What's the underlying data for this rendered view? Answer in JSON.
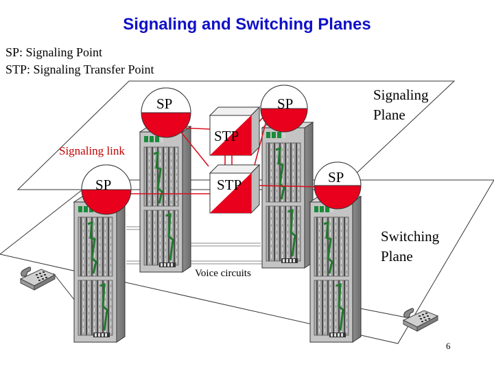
{
  "title": "Signaling and Switching Planes",
  "definitions": [
    "SP: Signaling Point",
    "STP: Signaling Transfer Point"
  ],
  "diagram": {
    "signaling_plane_label": [
      "Signaling",
      "Plane"
    ],
    "switching_plane_label": [
      "Switching",
      "Plane"
    ],
    "signaling_link_label": "Signaling link",
    "voice_circuits_label": "Voice circuits",
    "sp_label": "SP",
    "stp_label": "STP"
  },
  "colors": {
    "title": "#1010c8",
    "sp_red": "#e8001c",
    "signaling_link": "#d81020",
    "switch_body": "#b8b8b8"
  },
  "slide_number": "6"
}
